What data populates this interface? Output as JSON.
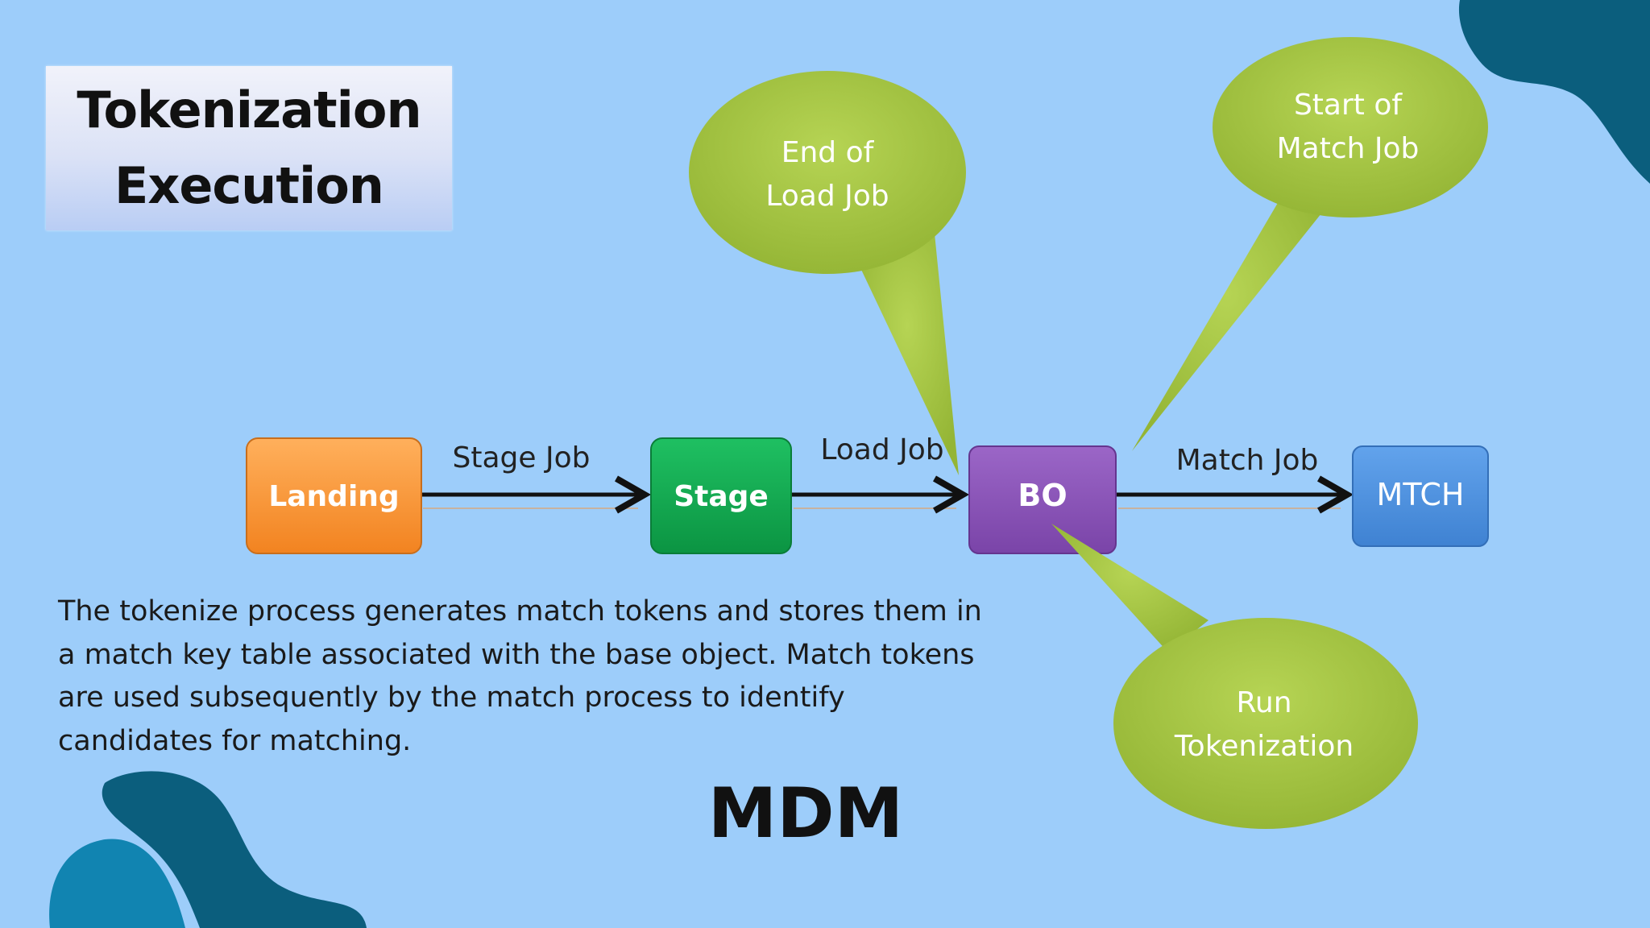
{
  "title": {
    "line1": "Tokenization",
    "line2": "Execution"
  },
  "nodes": {
    "landing": {
      "label": "Landing",
      "color": "#f7922f"
    },
    "stage": {
      "label": "Stage",
      "color": "#10a64b"
    },
    "bo": {
      "label": "BO",
      "color": "#8a53b8"
    },
    "mtch": {
      "label": "MTCH",
      "color": "#4a8fdb"
    }
  },
  "edges": {
    "stage_job": "Stage Job",
    "load_job": "Load Job",
    "match_job": "Match Job"
  },
  "callouts": {
    "end_of_load": {
      "line1": "End of",
      "line2": "Load Job"
    },
    "start_of_match": {
      "line1": "Start of",
      "line2": "Match Job"
    },
    "run_tokenization": {
      "line1": "Run",
      "line2": "Tokenization"
    },
    "color": "#a2c13f"
  },
  "description": "The tokenize process generates match tokens and stores them in a match key table associated with the base object. Match tokens are used subsequently by the match process to identify candidates for matching.",
  "brand": "MDM"
}
